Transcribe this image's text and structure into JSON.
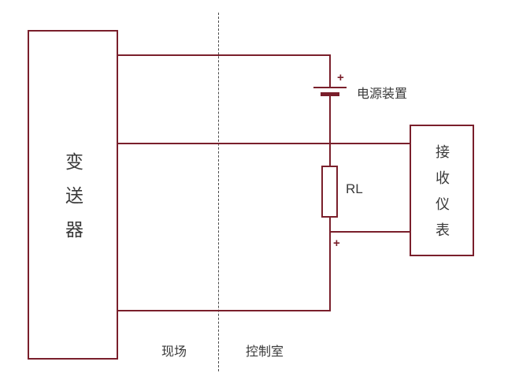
{
  "diagram": {
    "transmitter": {
      "label": "变送器"
    },
    "receiver": {
      "label": "接收仪表"
    },
    "power_supply": {
      "label": "电源装置",
      "polarity": "+"
    },
    "load_resistor": {
      "label": "RL"
    },
    "receiver_polarity": "+",
    "zones": {
      "field": "现场",
      "control_room": "控制室"
    },
    "colors": {
      "wire": "#7a1f2b",
      "text": "#3a3a3a"
    }
  }
}
